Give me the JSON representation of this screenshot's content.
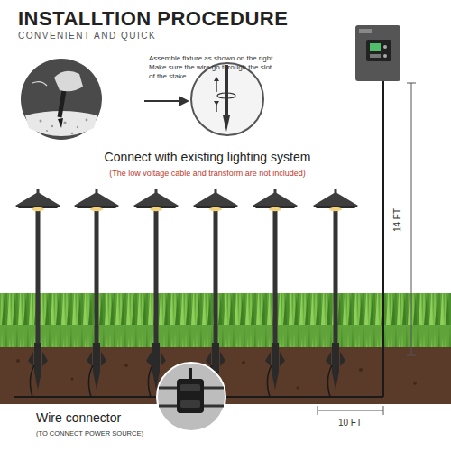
{
  "diagram": {
    "title": "INSTALLTION PROCEDURE",
    "labels": [
      "CONVENIENT AND QUICK",
      "Assemble fixture as shown on the right. Make sure the wire go through the slot of the stake",
      "Connect with existing lighting system",
      "(The low voltage cable and transform are not included)",
      "14 FT",
      "10 FT",
      "Wire connector",
      "(TO CONNECT POWER SOURCE)"
    ]
  }
}
